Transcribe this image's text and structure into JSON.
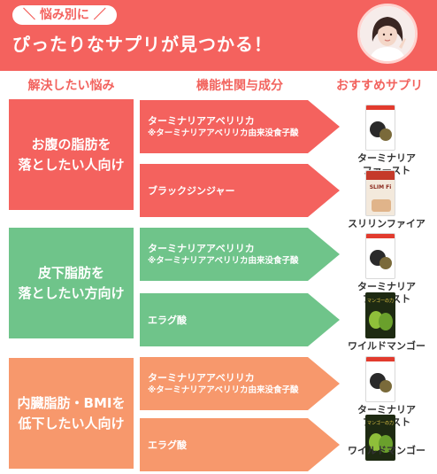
{
  "header": {
    "subtitle": "＼ 悩み別に ／",
    "title": "ぴったりなサプリが見つかる！"
  },
  "columns": {
    "concern": "解決したい悩み",
    "ingredient": "機能性関与成分",
    "supplement": "おすすめサプリ"
  },
  "groups": [
    {
      "concern_line1": "お腹の脂肪を",
      "concern_line2": "落としたい人向け",
      "color": "#f4625e",
      "arrow_color": "#f4625e",
      "rows": [
        {
          "ingredient": "ターミナリアアベリリカ",
          "note": "※ターミナリアアベリリカ由来没食子酸",
          "product_line1": "ターミナリア",
          "product_line2": "ファースト",
          "product": "terminalia"
        },
        {
          "ingredient": "ブラックジンジャー",
          "note": "",
          "product_line1": "スリリンファイア",
          "product_line2": "",
          "product": "slim-fire"
        }
      ]
    },
    {
      "concern_line1": "皮下脂肪を",
      "concern_line2": "落としたい方向け",
      "color": "#6fc48a",
      "arrow_color": "#6fc48a",
      "rows": [
        {
          "ingredient": "ターミナリアアベリリカ",
          "note": "※ターミナリアアベリリカ由来没食子酸",
          "product_line1": "ターミナリア",
          "product_line2": "ファースト",
          "product": "terminalia"
        },
        {
          "ingredient": "エラグ酸",
          "note": "",
          "product_line1": "ワイルドマンゴー",
          "product_line2": "",
          "product": "wild-mango"
        }
      ]
    },
    {
      "concern_line1": "内臓脂肪・BMIを",
      "concern_line2": "低下したい人向け",
      "color": "#f7986c",
      "arrow_color": "#f7986c",
      "rows": [
        {
          "ingredient": "ターミナリアアベリリカ",
          "note": "※ターミナリアアベリリカ由来没食子酸",
          "product_line1": "ターミナリア",
          "product_line2": "ファースト",
          "product": "terminalia"
        },
        {
          "ingredient": "エラグ酸",
          "note": "",
          "product_line1": "ワイルドマンゴー",
          "product_line2": "",
          "product": "wild-mango"
        }
      ]
    }
  ],
  "box_labels": {
    "slim_fire": "SLIM Fi",
    "mango": "マンゴーの力"
  },
  "colors": {
    "header": "#f4625e",
    "column_heading": "#f2635e",
    "product_text": "#333333"
  }
}
